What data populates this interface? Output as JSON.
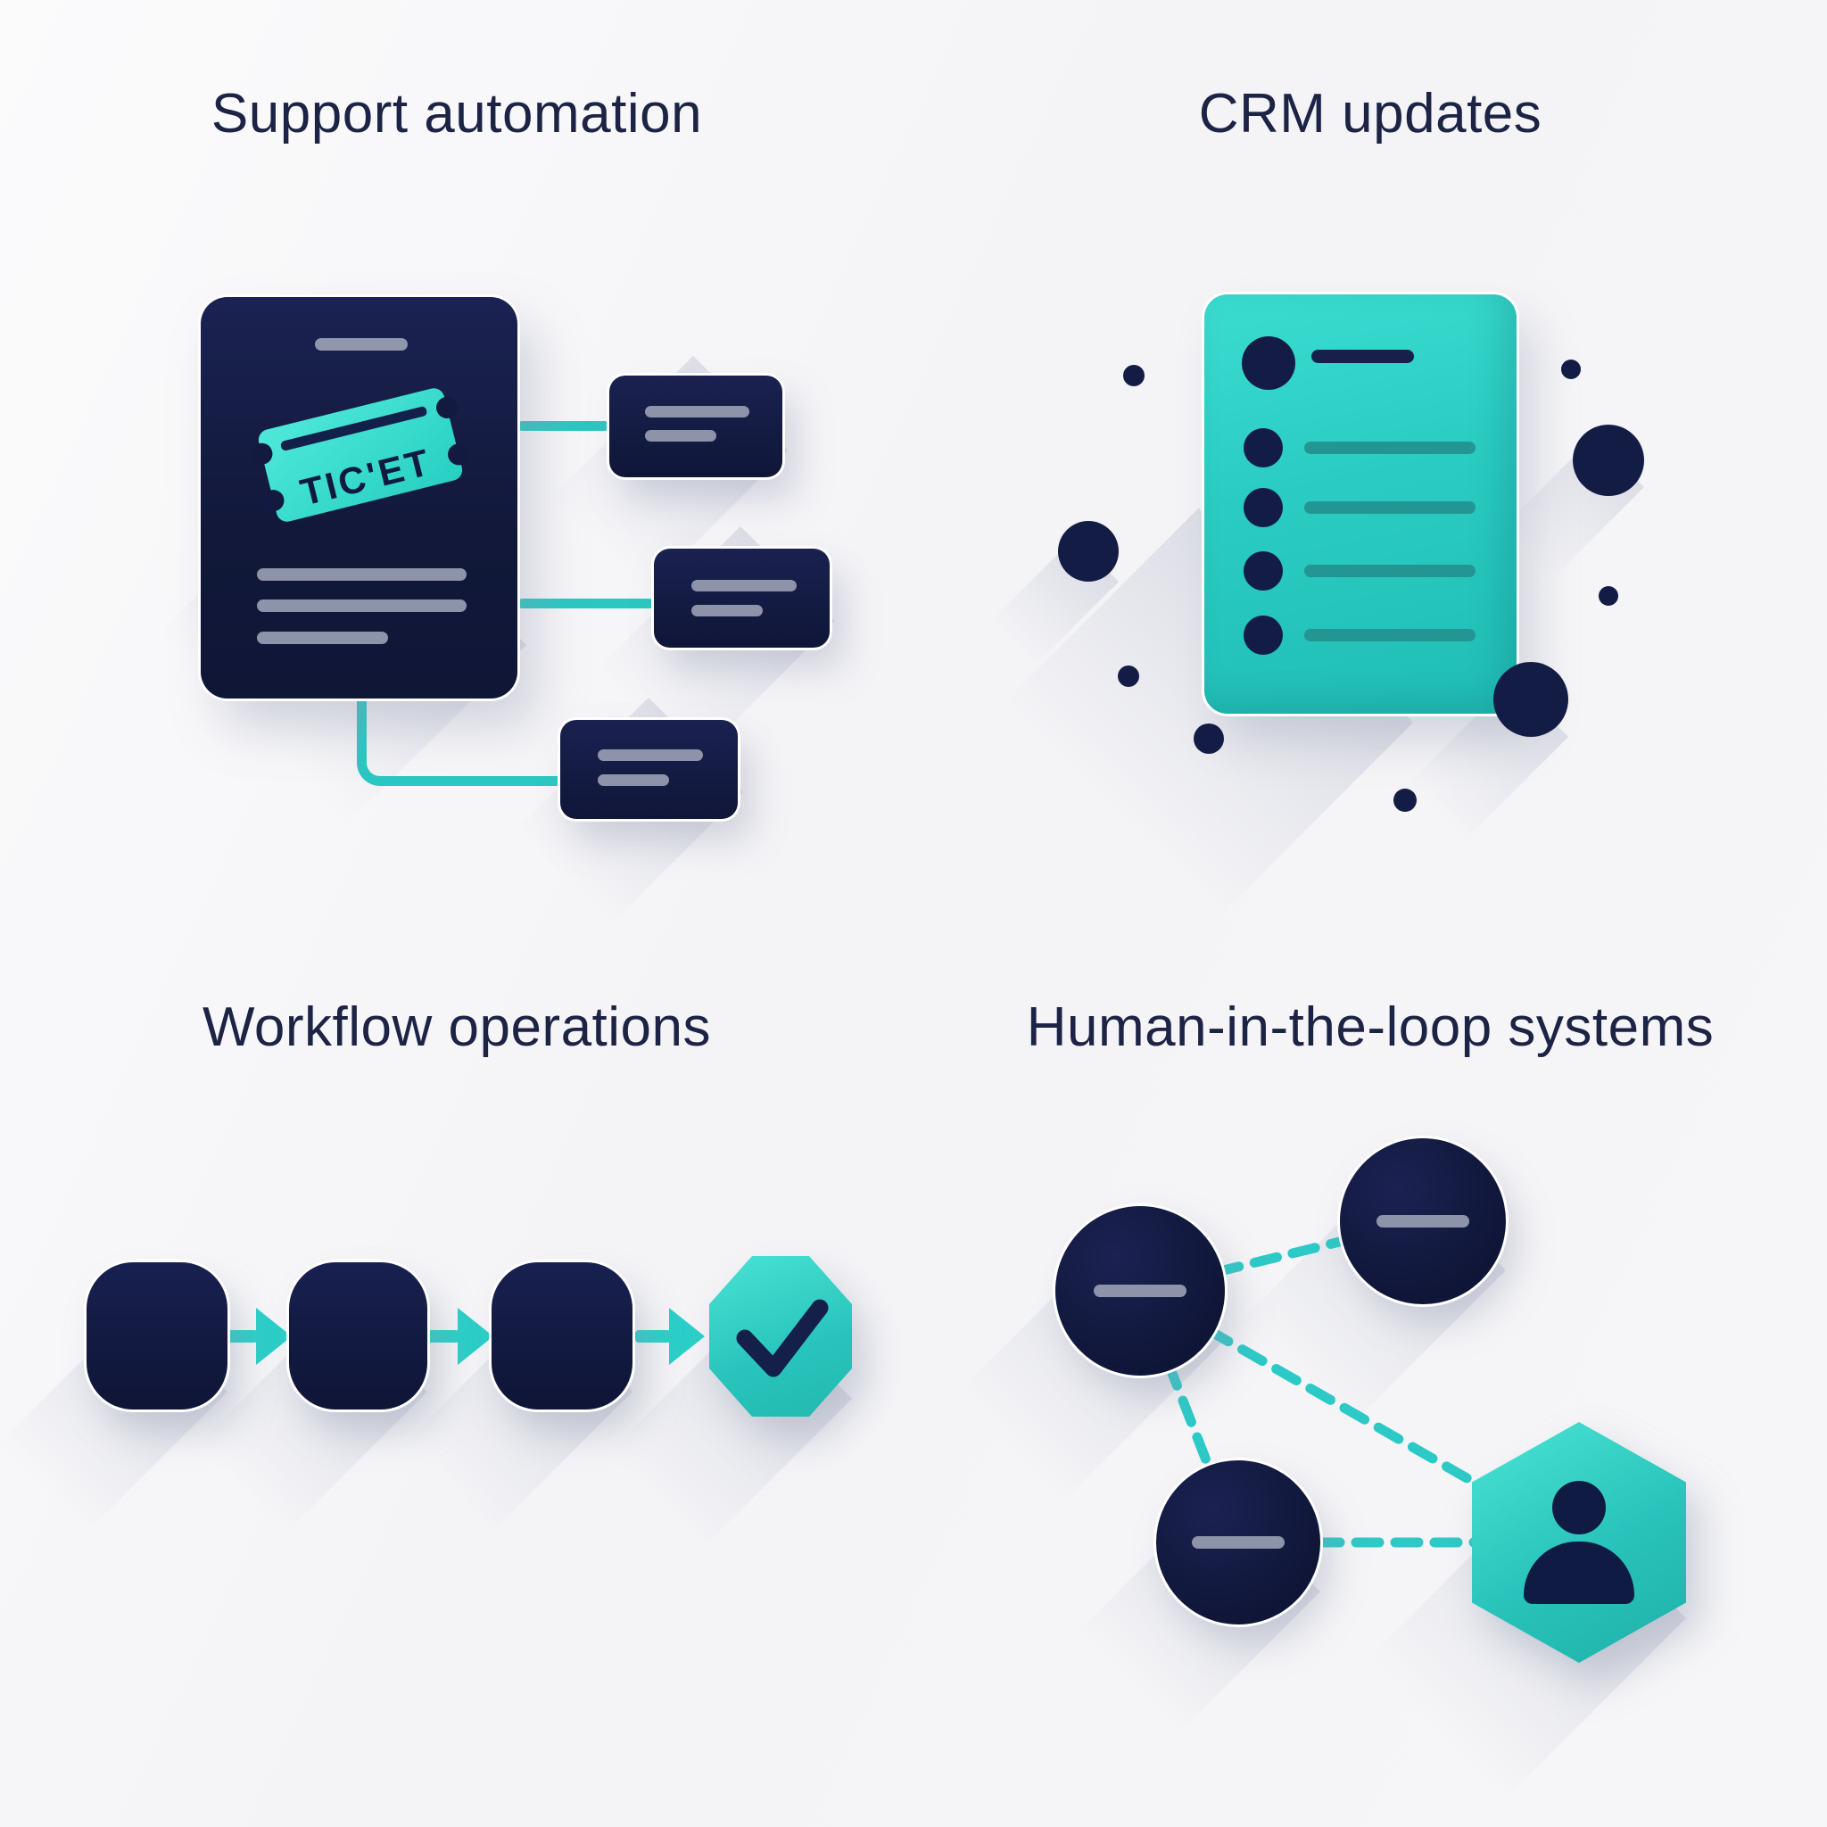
{
  "titles": {
    "support_automation": "Support automation",
    "crm_updates": "CRM updates",
    "workflow_operations": "Workflow operations",
    "human_in_the_loop": "Human-in-the-loop systems"
  },
  "support_automation": {
    "ticket_label": "TIC'ET"
  },
  "colors": {
    "navy": "#121a41",
    "navy_deep": "#0e1535",
    "teal": "#2bc7c2",
    "teal_light": "#3fe0d3",
    "teal_dark": "#1fb3ab",
    "gray_bar": "#8d93a8",
    "title_text": "#1c2344",
    "background": "#f5f5f7"
  }
}
